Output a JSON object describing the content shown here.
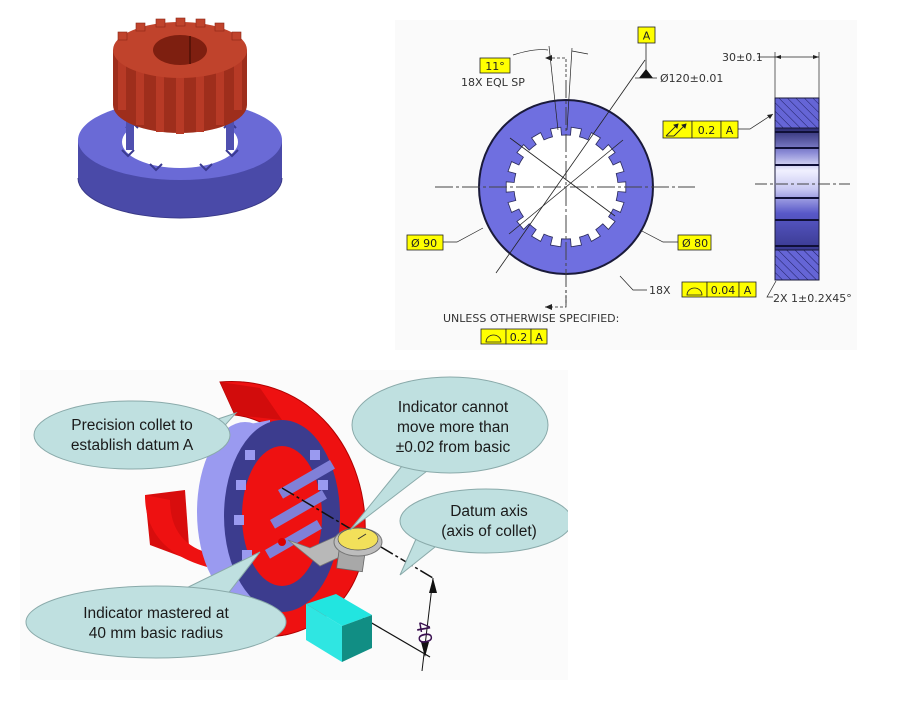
{
  "colors": {
    "ring_blue": "#6666dd",
    "ring_dark": "#3f3f9a",
    "spline_red": "#b23a26",
    "collet_red": "#ee1111",
    "callout_bg": "#bfe0e0",
    "gdt_yellow": "#ffff00",
    "block_cyan": "#22e5e0",
    "block_dark": "#118e84"
  },
  "drawing": {
    "datum_label": "A",
    "angle_frame": "11°",
    "spacing_note": "18X EQL SP",
    "outer_diameter": "Ø120±0.01",
    "inner_diameter_left": "Ø 90",
    "inner_diameter_right": "Ø 80",
    "profile_count": "18X",
    "profile_tolerance": "0.04",
    "profile_datum": "A",
    "runout_tolerance": "0.2",
    "runout_datum": "A",
    "width_dim": "30±0.1",
    "chamfer_note": "2X 1±0.2X45°",
    "general_note": "UNLESS OTHERWISE SPECIFIED:",
    "general_profile_tolerance": "0.2",
    "general_profile_datum": "A"
  },
  "setup": {
    "callouts": [
      {
        "line1": "Precision collet to",
        "line2": "establish datum A"
      },
      {
        "line1": "Indicator cannot",
        "line2": "move more than",
        "line3": "±0.02 from basic"
      },
      {
        "line1": "Datum axis",
        "line2": "(axis of collet)"
      },
      {
        "line1": "Indicator mastered at",
        "line2": "40 mm basic radius"
      }
    ],
    "radius_dim": "40"
  }
}
